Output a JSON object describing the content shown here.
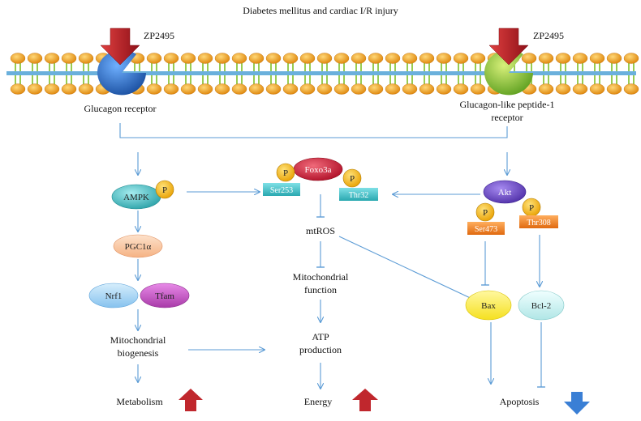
{
  "title": "Diabetes mellitus and cardiac I/R injury",
  "drug_left": "ZP2495",
  "drug_right": "ZP2495",
  "receptor_left": "Glucagon receptor",
  "receptor_right_line1": "Glucagon-like peptide-1",
  "receptor_right_line2": "receptor",
  "ampk": "AMPK",
  "phospho": "P",
  "foxo3a": "Foxo3a",
  "ser253": "Ser253",
  "thr32": "Thr32",
  "akt": "Akt",
  "ser473": "Ser473",
  "thr308": "Thr308",
  "pgc1a": "PGC1α",
  "nrf1": "Nrf1",
  "tfam": "Tfam",
  "mtros": "mtROS",
  "mito_function_line1": "Mitochondrial",
  "mito_function_line2": "function",
  "atp_line1": "ATP",
  "atp_line2": "production",
  "mito_bio_line1": "Mitochondrial",
  "mito_bio_line2": "biogenesis",
  "bax": "Bax",
  "bcl2": "Bcl-2",
  "metabolism": "Metabolism",
  "energy": "Energy",
  "apoptosis": "Apoptosis",
  "colors": {
    "arrow": "#5b9bd5",
    "lipid_head": "#f0a020",
    "lipid_tail": "#8cc63f",
    "receptor_left": "#2a6fc7",
    "receptor_right": "#8cc63f",
    "drug_arrow": "#c0272d",
    "up_arrow": "#c0272d",
    "down_arrow": "#3a7fd5",
    "ampk": "#4fc3c7",
    "foxo3a": "#d3203a",
    "akt": "#7048c8",
    "phospho": "#f5b800",
    "site_teal": "#3fc1c9",
    "site_orange": "#f07c1e",
    "pgc1a": "#f9c9a3",
    "nrf1": "#9fd0f2",
    "tfam": "#c64fc8",
    "bax": "#ffee33",
    "bcl2": "#c8f0f0"
  }
}
